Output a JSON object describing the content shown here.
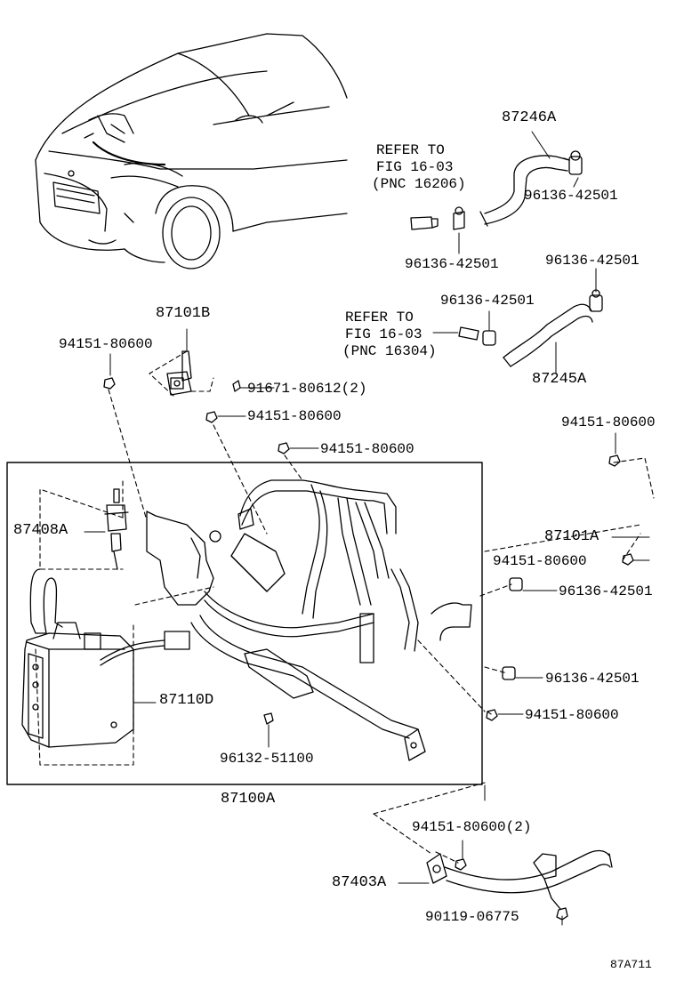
{
  "parts": {
    "p87246A": "87246A",
    "p96136_top_right": "96136-42501",
    "p96136_top_mid": "96136-42501",
    "p96136_right_upper": "96136-42501",
    "p96136_mid": "96136-42501",
    "p87245A": "87245A",
    "p87101B": "87101B",
    "p94151_left": "94151-80600",
    "p91671": "91671-80612(2)",
    "p94151_center1": "94151-80600",
    "p94151_center2": "94151-80600",
    "p94151_right_top": "94151-80600",
    "p87408A": "87408A",
    "p87101A": "87101A",
    "p94151_right_mid": "94151-80600",
    "p96136_right_a": "96136-42501",
    "p96136_right_b": "96136-42501",
    "p94151_right_low": "94151-80600",
    "p87110D": "87110D",
    "p96132": "96132-51100",
    "p87100A": "87100A",
    "p94151_bottom": "94151-80600(2)",
    "p87403A": "87403A",
    "p90119": "90119-06775"
  },
  "refers": {
    "top": [
      "REFER TO",
      "FIG 16-03",
      "(PNC 16206)"
    ],
    "mid": [
      "REFER TO",
      "FIG 16-03",
      "(PNC 16304)"
    ]
  },
  "figure_code": "87A711"
}
